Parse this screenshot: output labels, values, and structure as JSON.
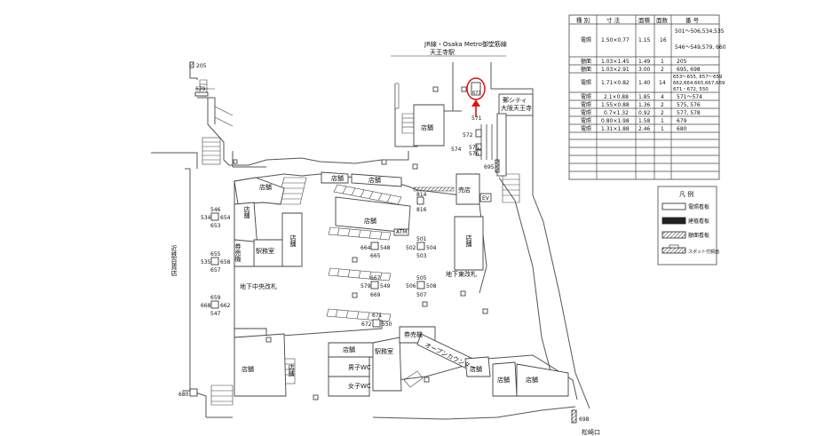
{
  "map": {
    "station_line1": "JR線・Osaka Metro御堂筋線",
    "station_line2": "天王寺駅",
    "abeno_city_line1": "郵シティ",
    "abeno_city_line2": "大阪天王寺",
    "kintetsu": "近鉄百貨店",
    "matsuzaki": "松崎口",
    "shop": "店舗",
    "kiosk": "売店",
    "station_office": "駅務室",
    "ticket_machine": "券売機",
    "ticket_machine_short": "券売機",
    "open_counter": "オープンカウンター",
    "men_wc": "男子WC",
    "women_wc": "女子WC",
    "atm": "ATM",
    "ev": "EV",
    "central_gate": "地下中央改札",
    "east_gate": "地下東改札"
  },
  "sign_numbers": {
    "n205": "205",
    "n679": "679",
    "n680": "680",
    "n695": "695",
    "n698": "698",
    "n677": "677",
    "n571": "571",
    "n572": "572",
    "n574": "574",
    "n575": "575",
    "n576": "576",
    "n546": "546",
    "n534": "534",
    "n654": "654",
    "n653": "653",
    "n655": "655",
    "n535": "535",
    "n658": "658",
    "n657": "657",
    "n659": "659",
    "n668": "668",
    "n662": "662",
    "n547": "547",
    "n664": "664",
    "n548": "548",
    "n665": "665",
    "n501": "501",
    "n502": "502",
    "n504": "504",
    "n503": "503",
    "n667": "667",
    "n579": "579",
    "n549": "549",
    "n669": "669",
    "n505": "505",
    "n506": "506",
    "n508": "508",
    "n507": "507",
    "n671": "671",
    "n672": "672",
    "n550": "550",
    "n814": "814",
    "n816": "816"
  },
  "table": {
    "headers": [
      "種 別",
      "寸 法",
      "面積",
      "面数",
      "番 号"
    ],
    "rows": [
      [
        "電照",
        "1.50×0.77",
        "1.15",
        "16",
        "501～506,534,535",
        "546～549,579, 660"
      ],
      [
        "額面",
        "1.03×1.45",
        "1.49",
        "1",
        "205",
        ""
      ],
      [
        "額面",
        "1.03×2.91",
        "3.00",
        "2",
        "695, 698",
        ""
      ],
      [
        "電照",
        "1.71×0.82",
        "1.40",
        "14",
        "653～655, 657～659",
        "662,664,665,667,669",
        "671・672, 550"
      ],
      [
        "電照",
        "2.1×0.88",
        "1.85",
        "4",
        "571～574",
        ""
      ],
      [
        "電照",
        "1.55×0.88",
        "1.36",
        "2",
        "575, 576",
        ""
      ],
      [
        "電照",
        "0.7×1.32",
        "0.92",
        "2",
        "577, 578",
        ""
      ],
      [
        "電照",
        "0.80×1.98",
        "1.58",
        "1",
        "679",
        ""
      ],
      [
        "電照",
        "1.31×1.88",
        "2.46",
        "1",
        "680",
        ""
      ]
    ]
  },
  "legend": {
    "title": "凡 例",
    "items": [
      "電照看板",
      "建植看板",
      "額面看板",
      "スポット付額面"
    ]
  },
  "colors": {
    "highlight": "#e01010",
    "line": "#444444"
  }
}
